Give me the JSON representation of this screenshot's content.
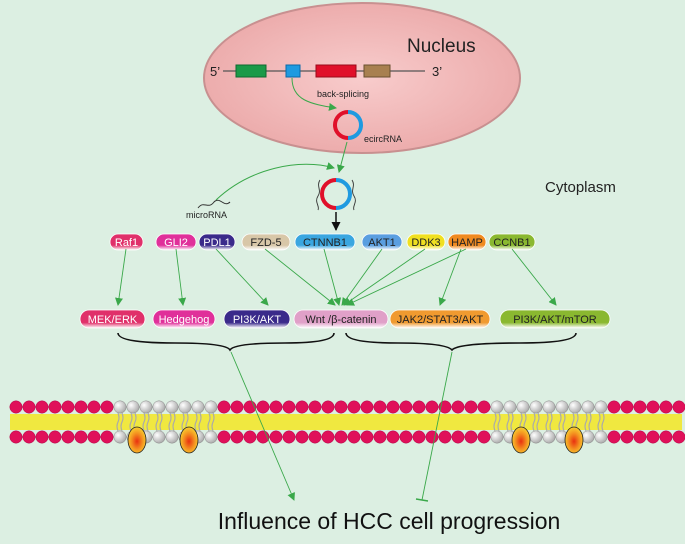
{
  "labels": {
    "nucleus": "Nucleus",
    "five_prime": "5’",
    "three_prime": "3’",
    "back_splicing": "back-splicing",
    "ecircrna": "ecircRNA",
    "cytoplasm": "Cytoplasm",
    "microrna": "microRNA",
    "outcome": "Influence of HCC cell progression"
  },
  "targets": [
    {
      "text": "Raf1",
      "color": "#e0306a"
    },
    {
      "text": "GLI2",
      "color": "#e0309a"
    },
    {
      "text": "PDL1",
      "color": "#3a2a8a"
    },
    {
      "text": "FZD-5",
      "color": "#d8c7a8"
    },
    {
      "text": "CTNNB1",
      "color": "#3aa6e0"
    },
    {
      "text": "AKT1",
      "color": "#5a9ee0"
    },
    {
      "text": "DDK3",
      "color": "#f0e020"
    },
    {
      "text": "HAMP",
      "color": "#f08a20"
    },
    {
      "text": "CCNB1",
      "color": "#8ab830"
    }
  ],
  "pathways": [
    {
      "text": "MEK/ERK",
      "color": "#e0306a"
    },
    {
      "text": "Hedgehog",
      "color": "#e0309a"
    },
    {
      "text": "PI3K/AKT",
      "color": "#3a2a8a"
    },
    {
      "text": "Wnt /β-catenin",
      "color": "#e0a0c8"
    },
    {
      "text": "JAK2/STAT3/AKT",
      "color": "#f09a30"
    },
    {
      "text": "PI3K/AKT/mTOR",
      "color": "#8ab830"
    }
  ],
  "colors": {
    "background": "#dcefe2",
    "nucleus_fill": "#f0b5b5",
    "arrow_green": "#3aa84a",
    "membrane_head": "#e0105a",
    "membrane_core": "#f0e840"
  }
}
